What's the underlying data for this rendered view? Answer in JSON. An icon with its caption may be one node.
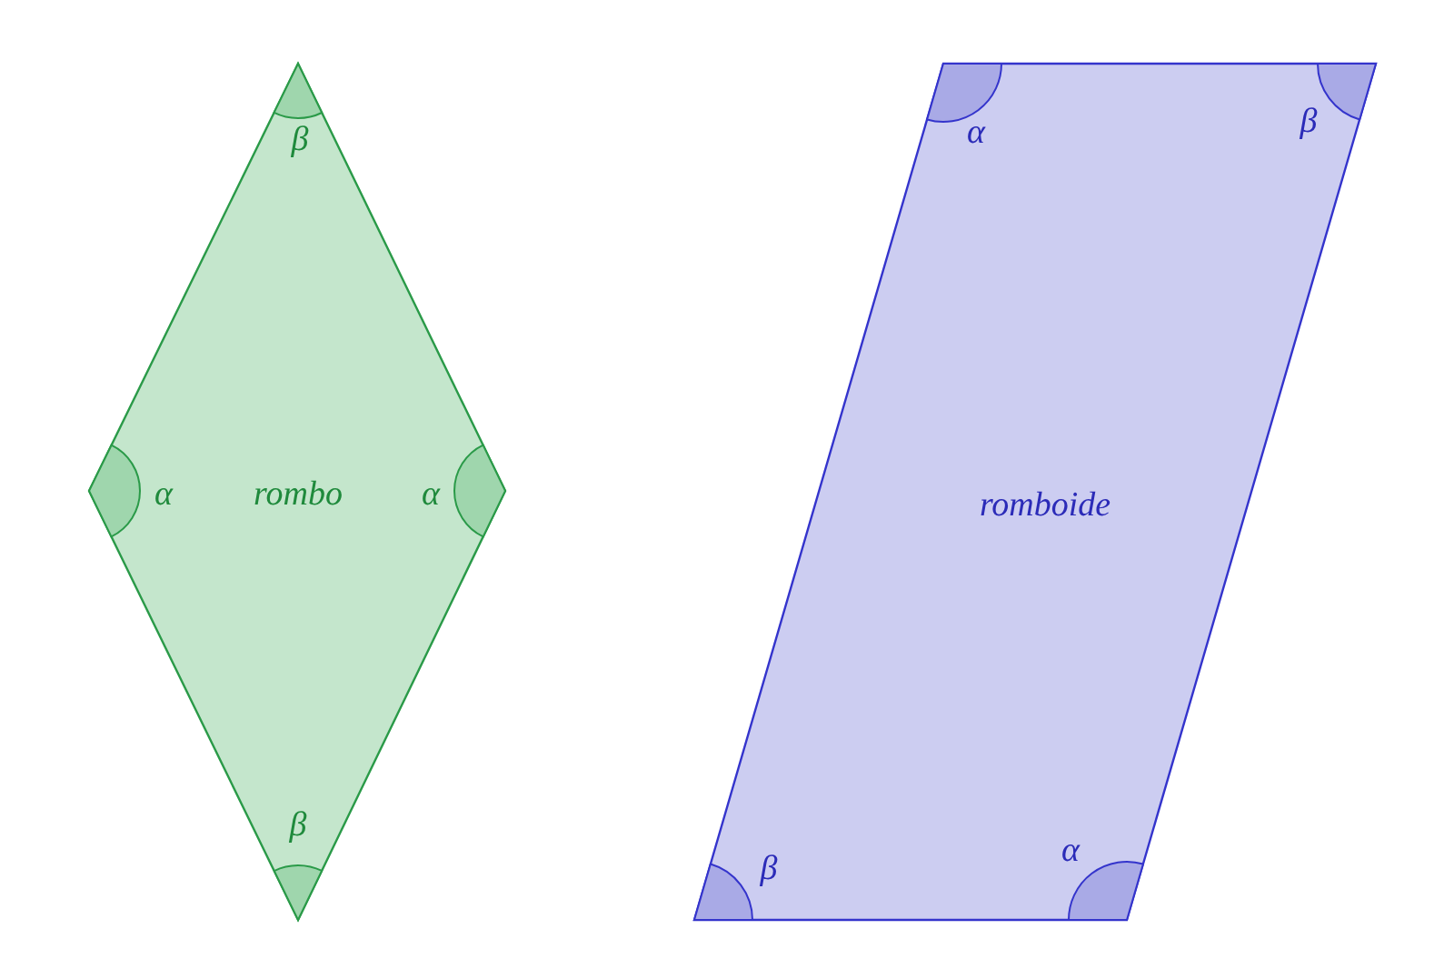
{
  "diagram": {
    "nodes": [
      {
        "text": [
          "rombo"
        ]
      },
      {
        "text": [
          "romboide"
        ]
      }
    ],
    "labels": [
      "β",
      "α",
      "α",
      "β",
      "α",
      "β",
      "β",
      "α"
    ]
  }
}
